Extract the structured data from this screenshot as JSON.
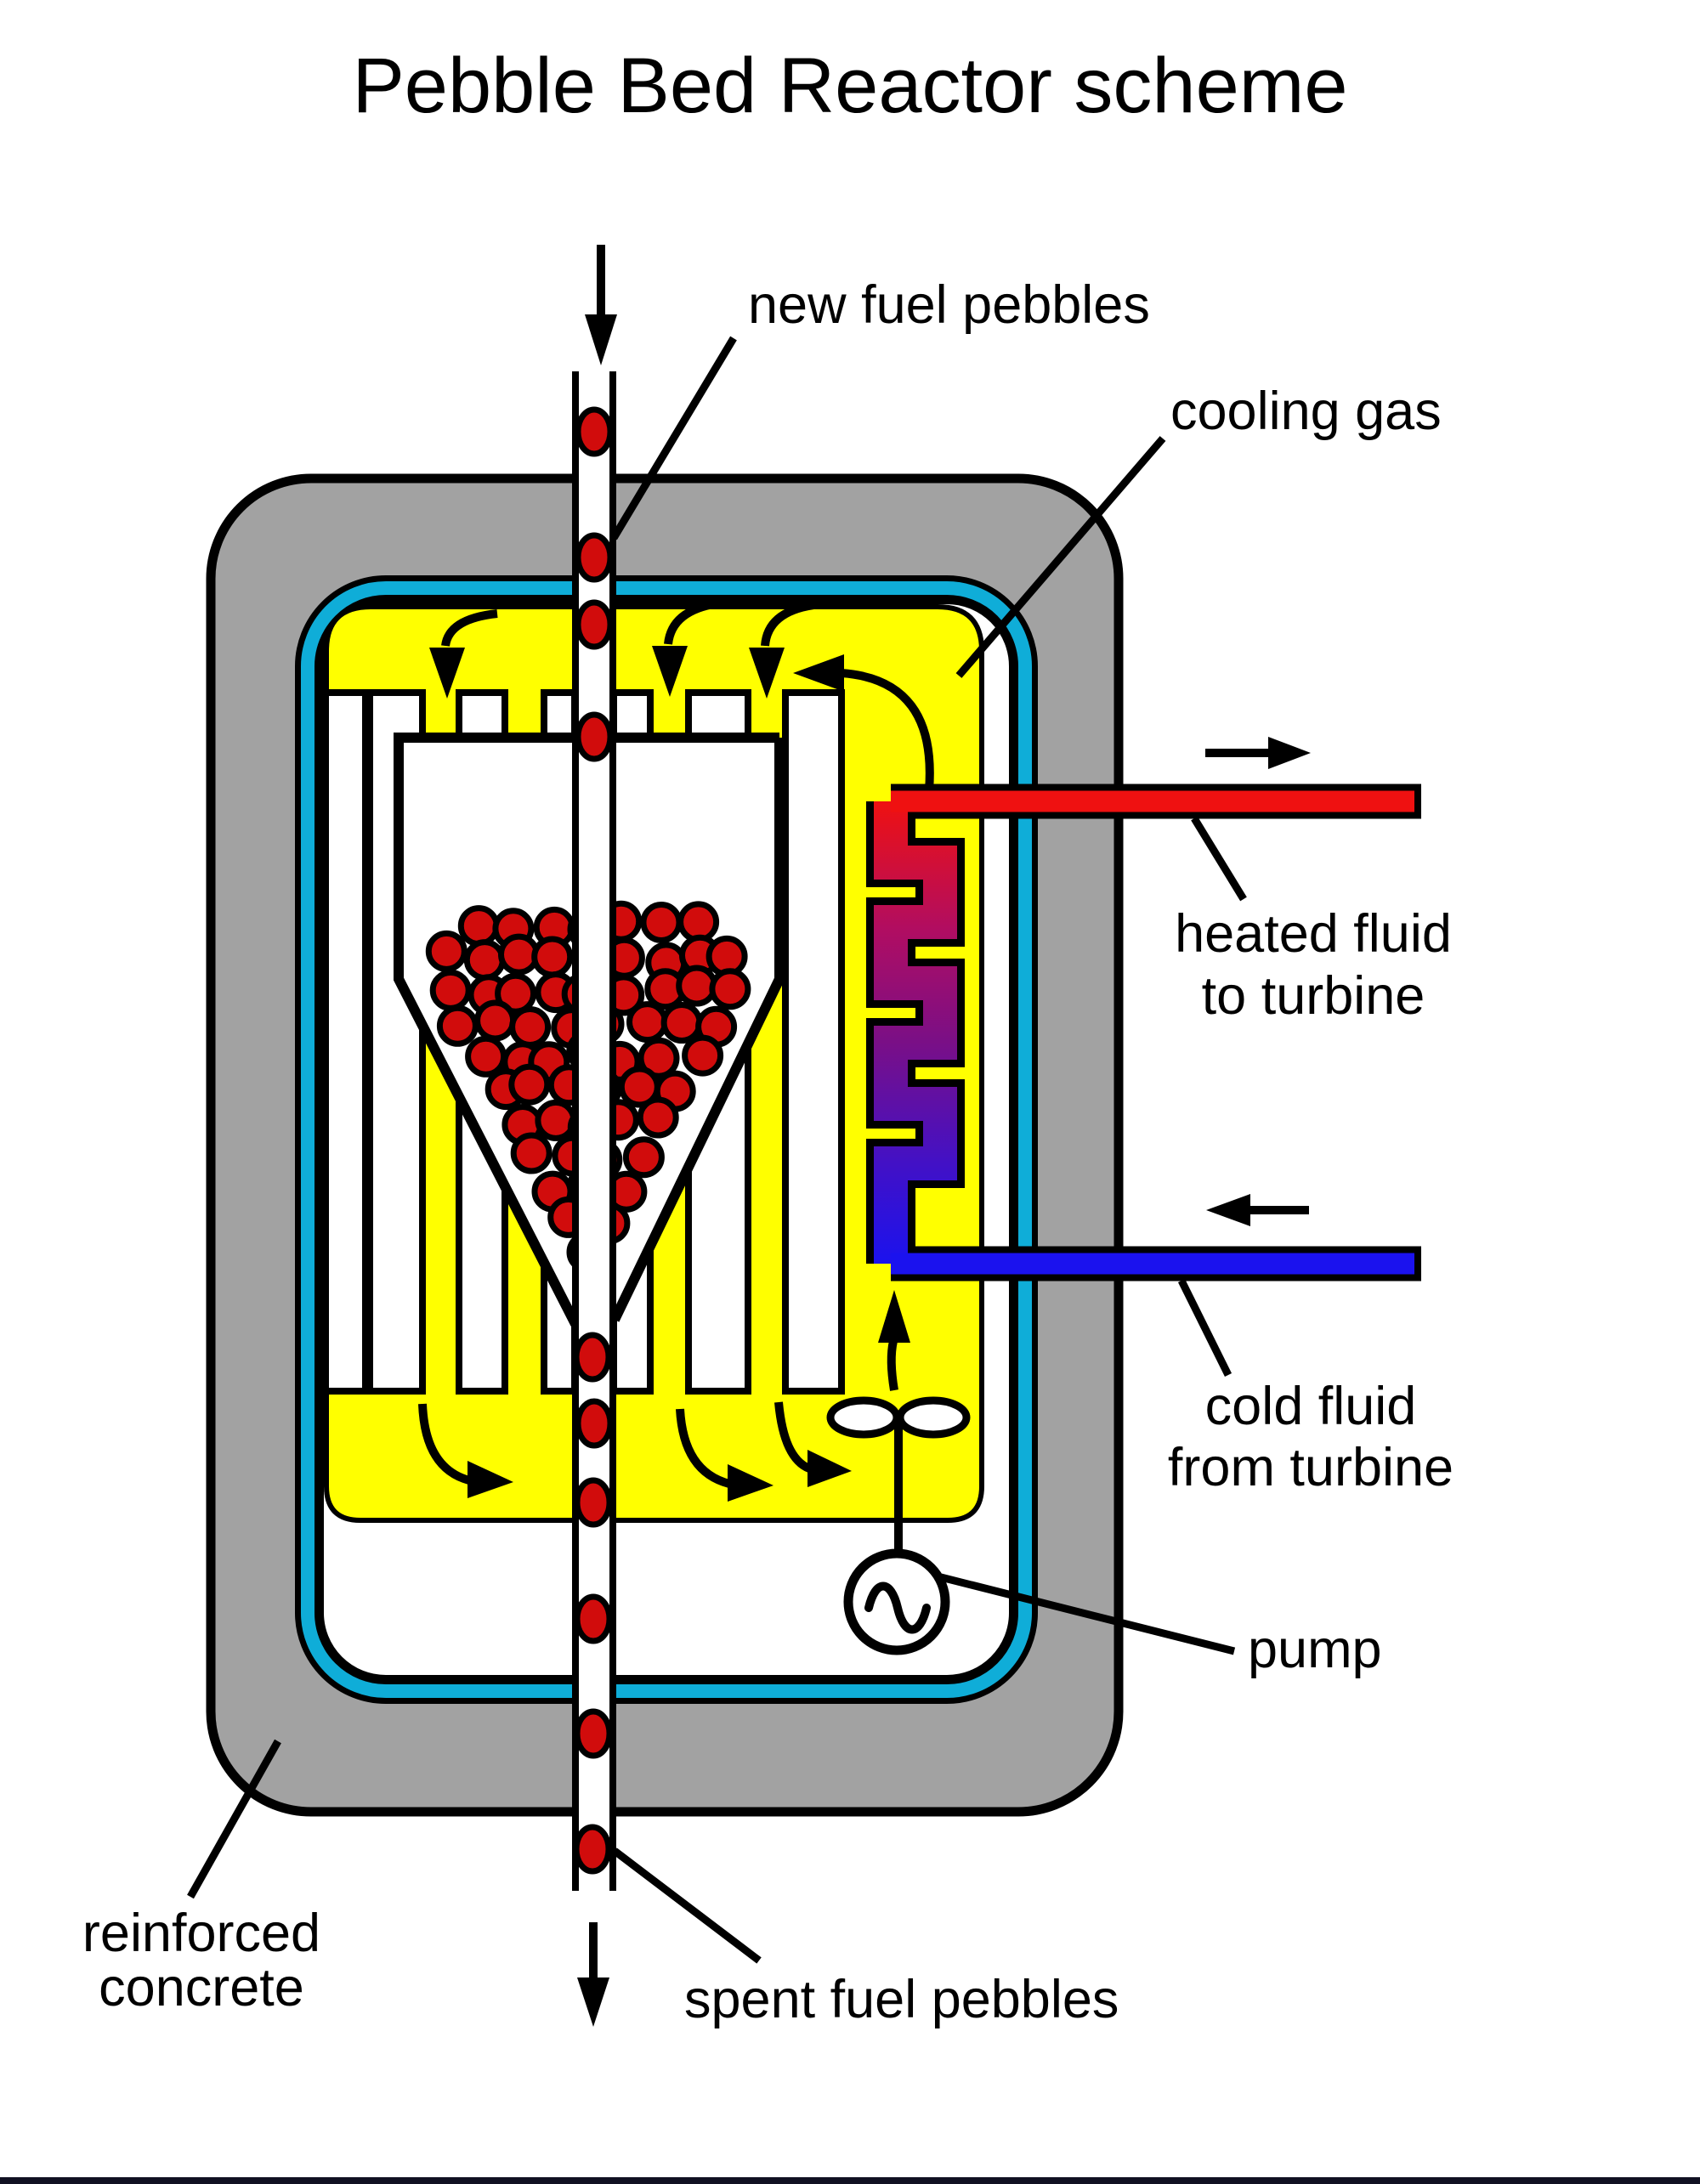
{
  "title": "Pebble Bed Reactor scheme",
  "labels": {
    "new_fuel": "new fuel pebbles",
    "cooling_gas": "cooling gas",
    "heated1": "heated fluid",
    "heated2": "to turbine",
    "cold1": "cold fluid",
    "cold2": "from turbine",
    "pump": "pump",
    "reinforced1": "reinforced",
    "reinforced2": "concrete",
    "spent_fuel": "spent fuel pebbles"
  },
  "colors": {
    "concrete": "#a2a2a2",
    "vessel": "#0fadd8",
    "gas": "#ffff00",
    "pebble": "#d10c0c",
    "hot": "#ef1111",
    "grad_hi": "#b00d62",
    "grad_mid": "#7a0f86",
    "grad_lo": "#4311c5",
    "cold": "#1b12ee",
    "outline": "#000000",
    "background": "#ffffff",
    "bottom_bar": "#111122"
  }
}
